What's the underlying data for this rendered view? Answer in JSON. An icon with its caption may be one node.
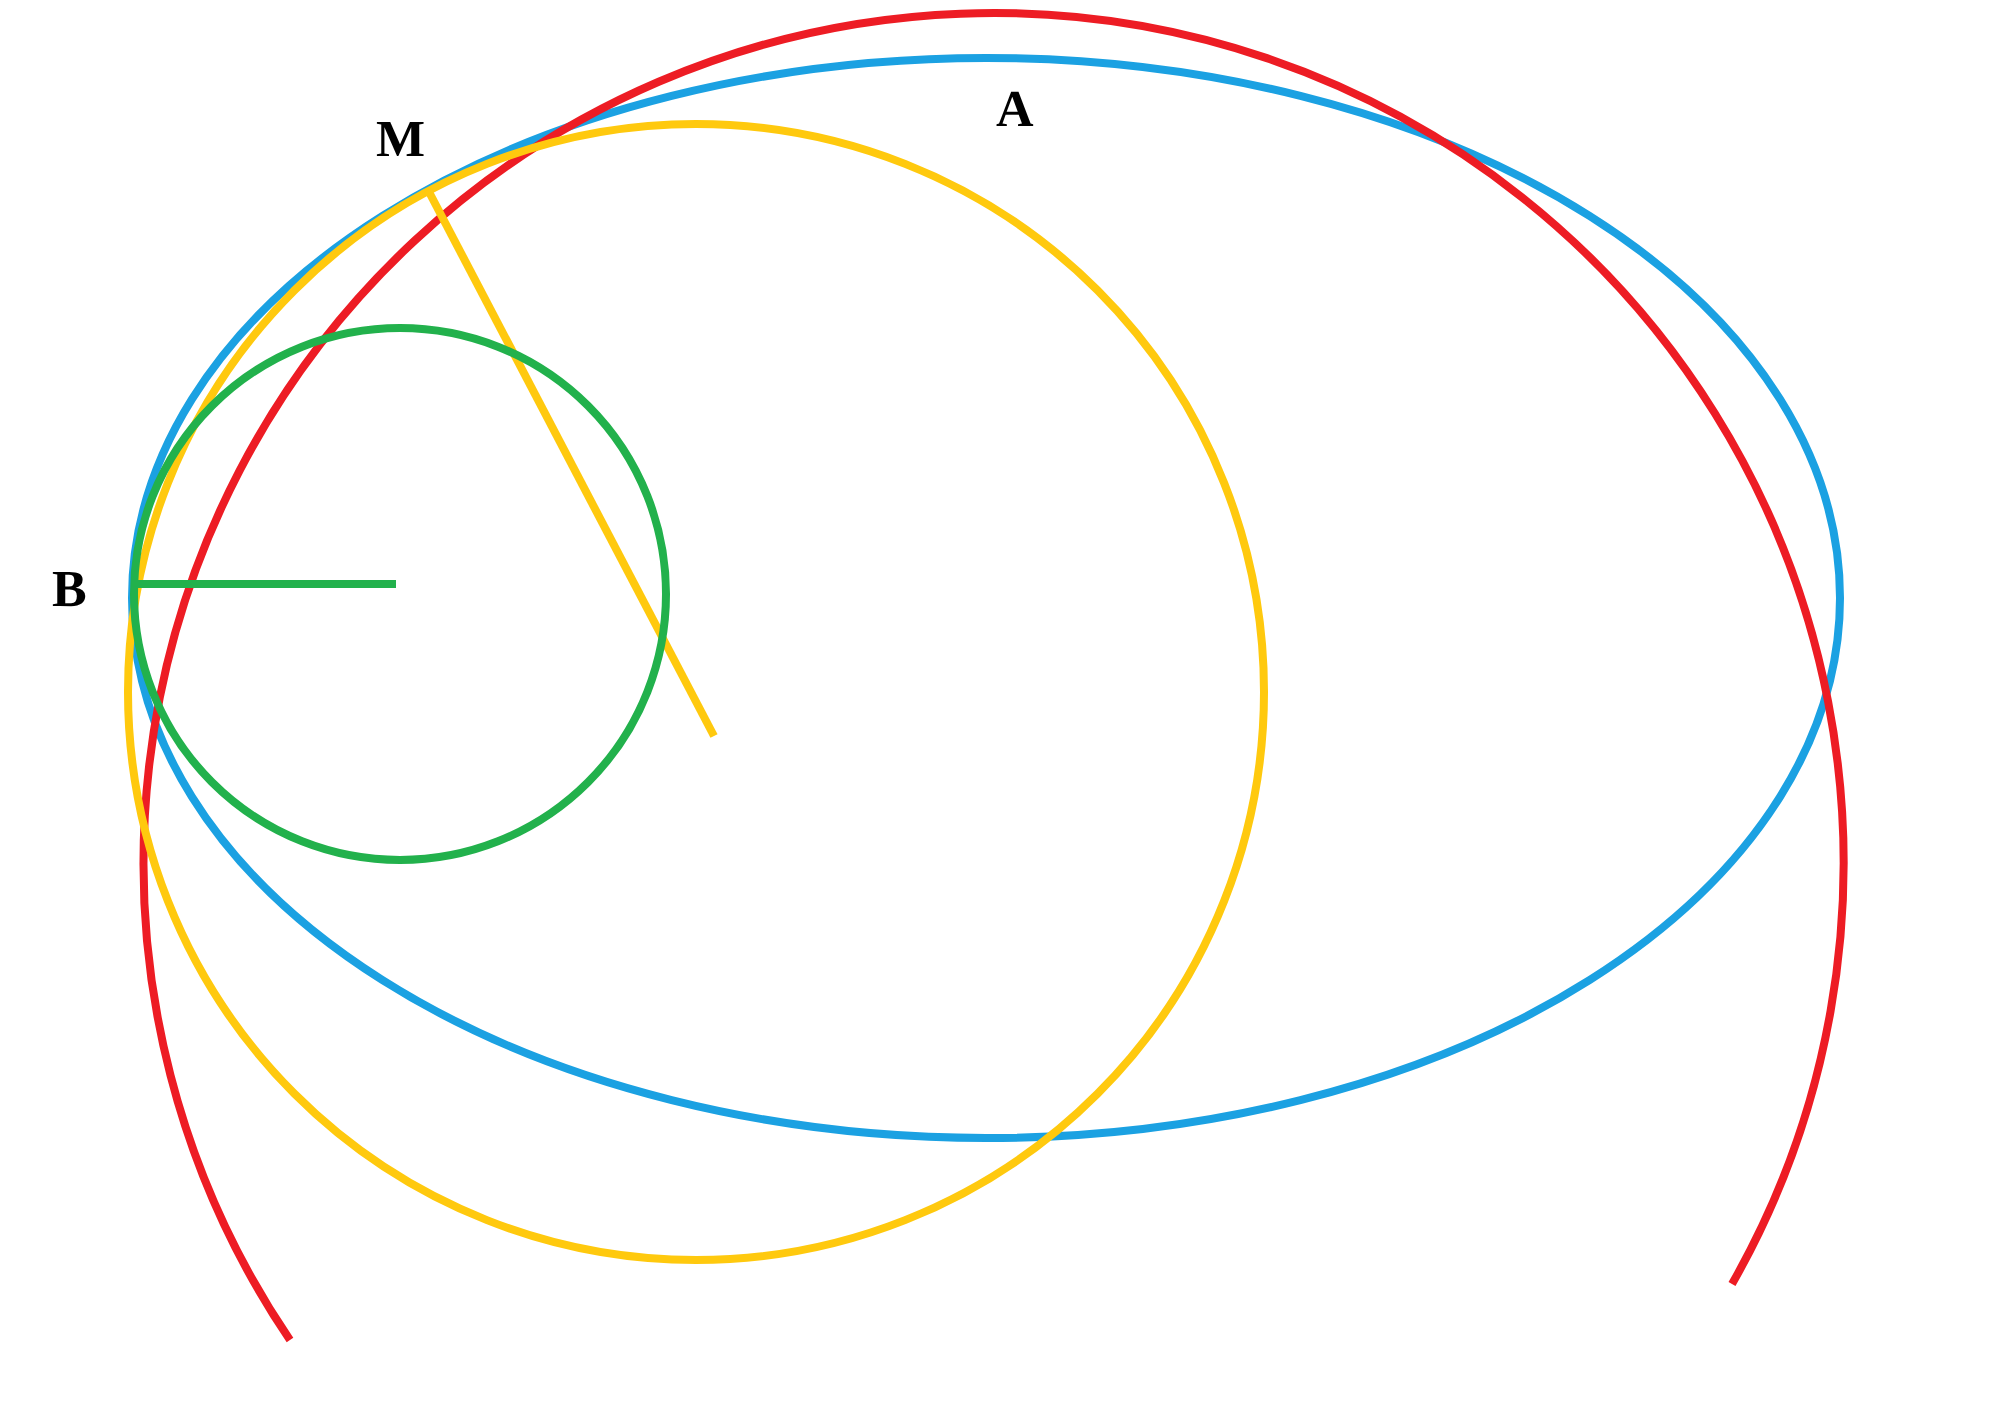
{
  "diagram": {
    "labels": [
      "A",
      "M",
      "B"
    ]
  }
}
